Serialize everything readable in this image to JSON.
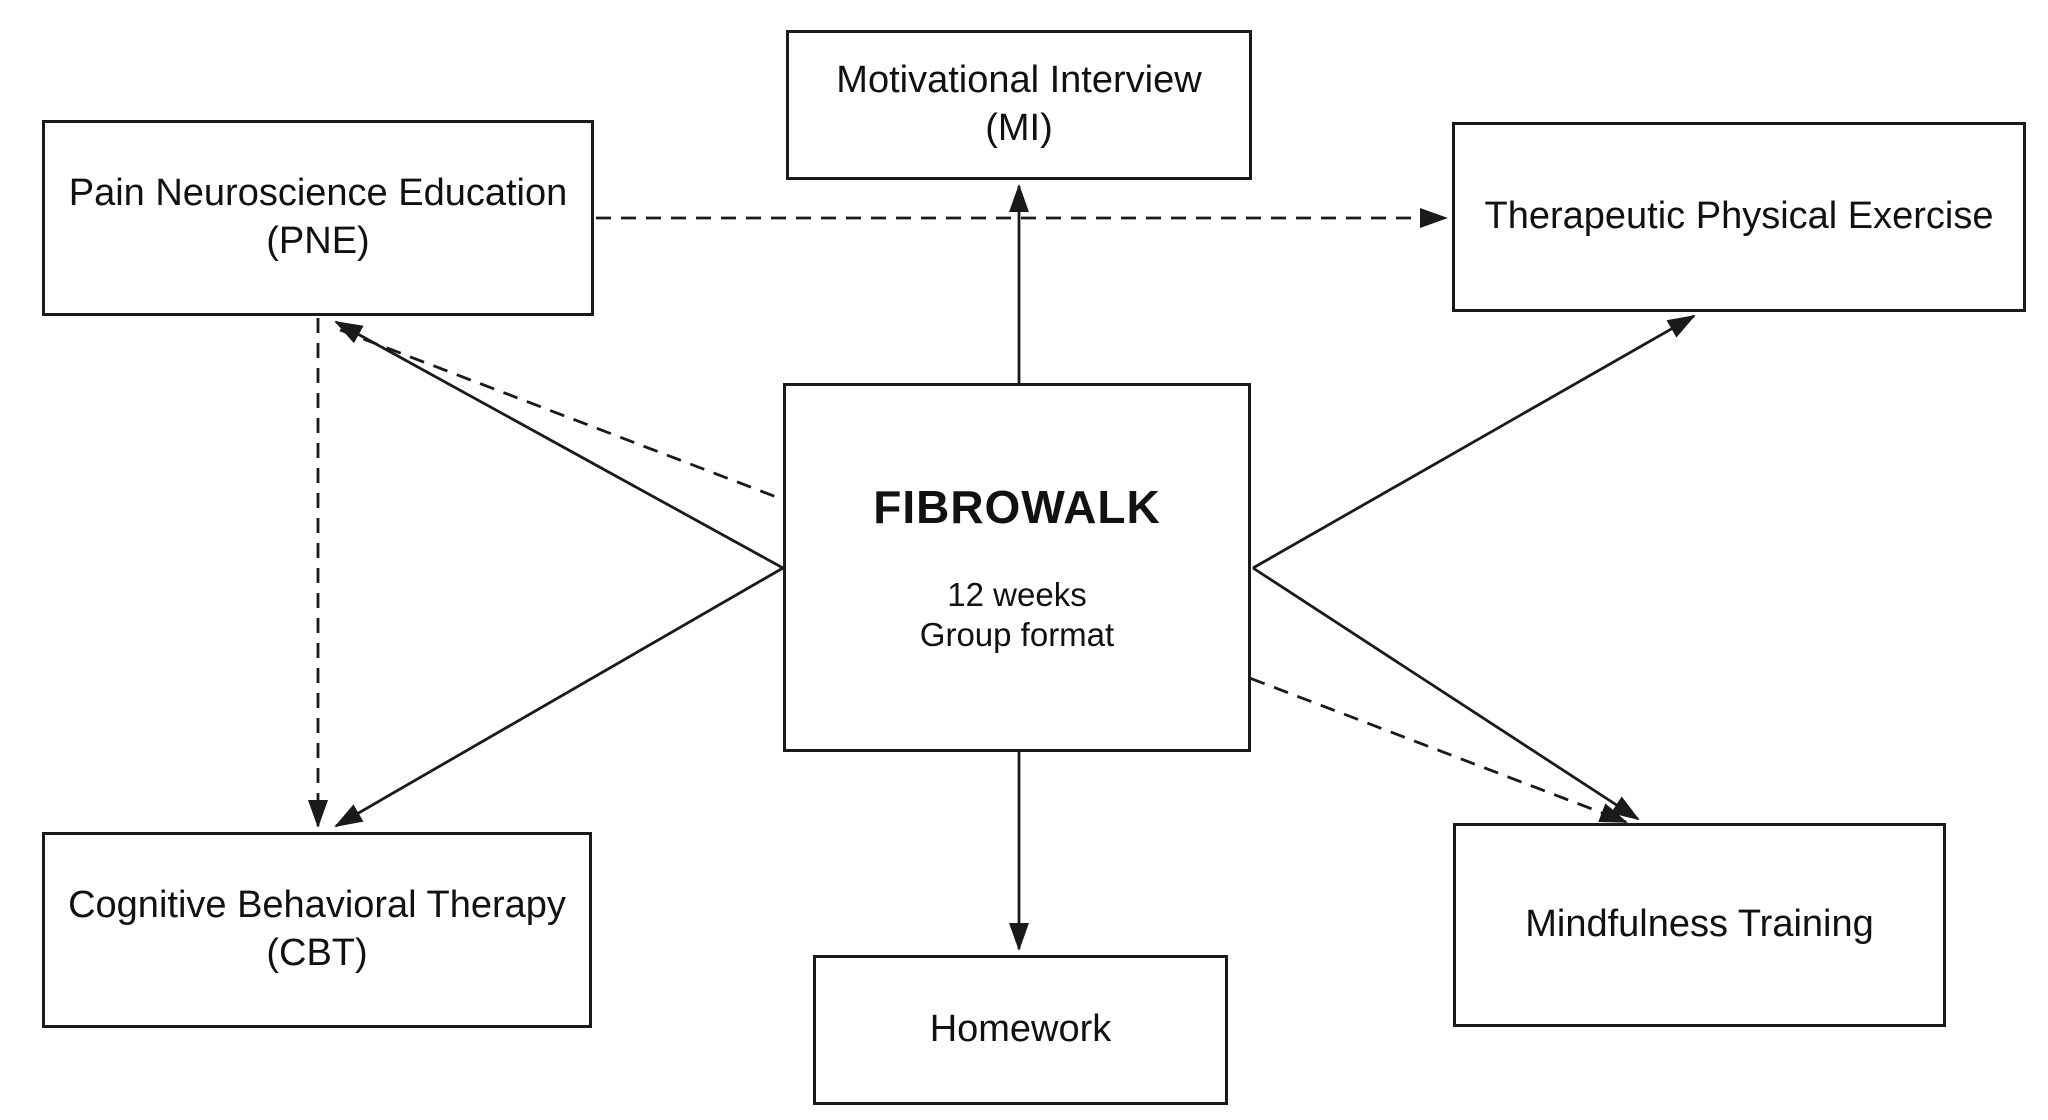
{
  "diagram": {
    "colors": {
      "line": "#1a1a1a",
      "box_border": "#1a1a1a",
      "box_fill": "#ffffff",
      "text": "#111111",
      "background": "#ffffff"
    },
    "nodes": {
      "fibrowalk": {
        "title": "FIBROWALK",
        "detail1": "12 weeks",
        "detail2": "Group format"
      },
      "mi": {
        "line1": "Motivational Interview",
        "line2": "(MI)"
      },
      "pne": {
        "line1": "Pain Neuroscience Education",
        "line2": "(PNE)"
      },
      "tpe": {
        "line1": "Therapeutic Physical Exercise"
      },
      "cbt": {
        "line1": "Cognitive Behavioral Therapy",
        "line2": "(CBT)"
      },
      "mindfulness": {
        "line1": "Mindfulness Training"
      },
      "homework": {
        "line1": "Homework"
      }
    },
    "edges": [
      {
        "from": "fibrowalk",
        "to": "motivational-interview",
        "style": "solid",
        "arrowhead": "end"
      },
      {
        "from": "fibrowalk",
        "to": "pain-neuroscience-education",
        "style": "solid",
        "arrowhead": "end"
      },
      {
        "from": "fibrowalk",
        "to": "therapeutic-physical-exercise",
        "style": "solid",
        "arrowhead": "end"
      },
      {
        "from": "fibrowalk",
        "to": "cognitive-behavioral-therapy",
        "style": "solid",
        "arrowhead": "end"
      },
      {
        "from": "fibrowalk",
        "to": "mindfulness-training",
        "style": "solid",
        "arrowhead": "end"
      },
      {
        "from": "fibrowalk",
        "to": "homework",
        "style": "solid",
        "arrowhead": "end"
      },
      {
        "from": "pain-neuroscience-education",
        "to": "therapeutic-physical-exercise",
        "style": "dashed",
        "arrowhead": "end"
      },
      {
        "from": "pain-neuroscience-education",
        "to": "cognitive-behavioral-therapy",
        "style": "dashed",
        "arrowhead": "end"
      },
      {
        "from": "pain-neuroscience-education",
        "to": "mindfulness-training",
        "style": "dashed",
        "arrowhead": "end",
        "note": "passes behind FIBROWALK box"
      }
    ]
  }
}
